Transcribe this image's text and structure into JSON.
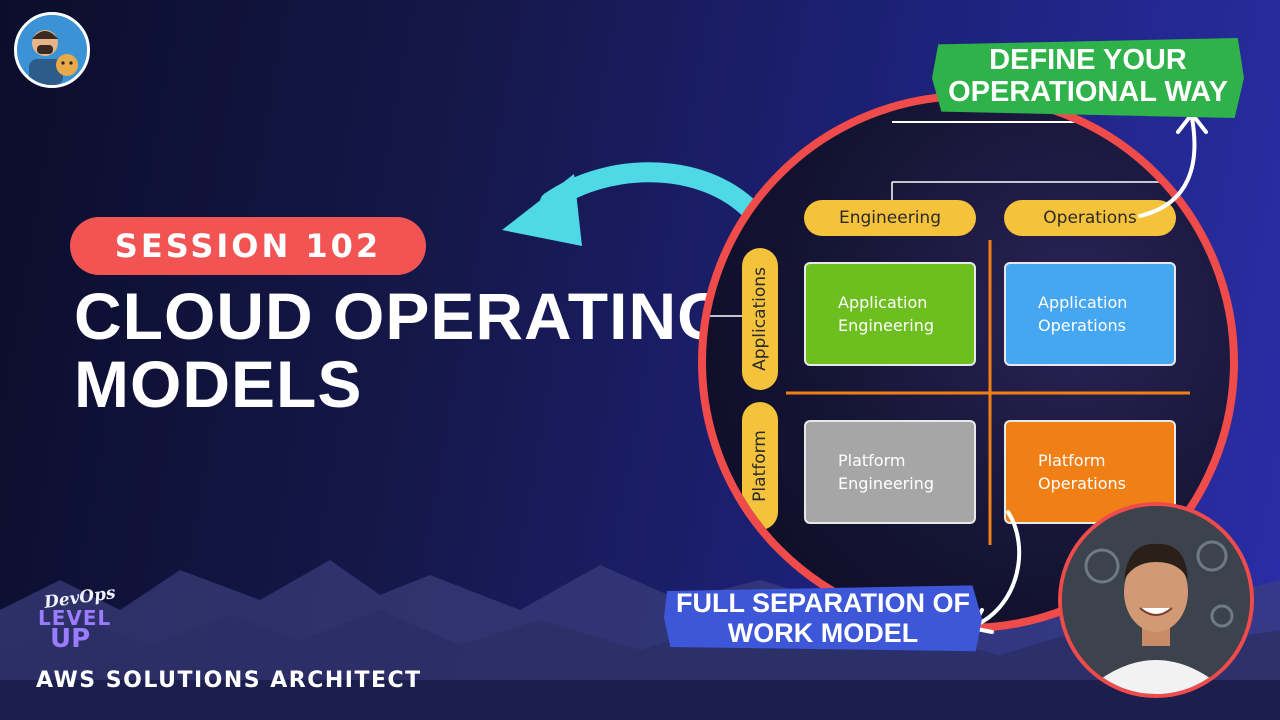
{
  "session_label": "SESSION 102",
  "title_lines": [
    "CLOUD OPERATING",
    "MODELS"
  ],
  "logo": {
    "line1": "DevOps",
    "line2": "LEVEL",
    "line3": "UP"
  },
  "footer_label": "AWS SOLUTIONS ARCHITECT",
  "callouts": {
    "top": "DEFINE YOUR\nOPERATIONAL WAY",
    "bottom": "FULL SEPARATION OF\nWORK MODEL"
  },
  "diagram": {
    "columns": [
      "Engineering",
      "Operations"
    ],
    "rows": [
      "Applications",
      "Platform"
    ],
    "cells": [
      {
        "label": "Application\nEngineering",
        "color": "#6cbf1e"
      },
      {
        "label": "Application\nOperations",
        "color": "#45a6f2"
      },
      {
        "label": "Platform\nEngineering",
        "color": "#a6a6a6"
      },
      {
        "label": "Platform\nOperations",
        "color": "#f08016"
      }
    ]
  },
  "colors": {
    "session_pill": "#f25454",
    "circle_ring": "#f04b4b",
    "arrow": "#4fd8e6",
    "callout_top": "#2fb24a",
    "callout_bottom": "#3d57d8"
  }
}
